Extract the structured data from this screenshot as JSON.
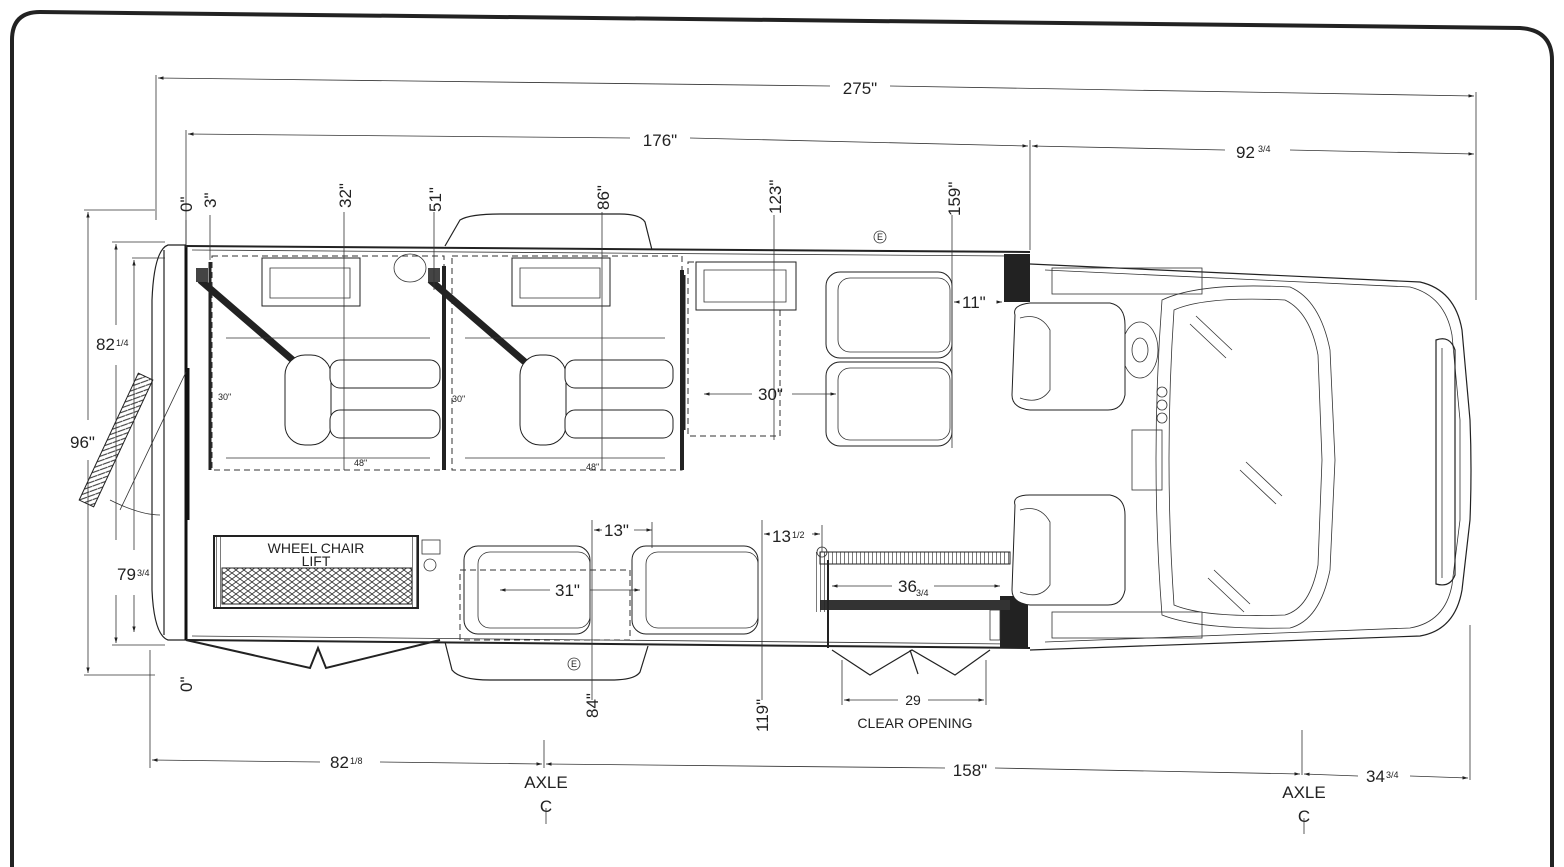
{
  "dimensions": {
    "overall_length": "275\"",
    "body_length": "176\"",
    "front_overhang": "92",
    "front_overhang_frac": "3/4",
    "overall_width": "96\"",
    "width_82": "82",
    "width_82_frac": "1/4",
    "width_79": "79",
    "width_79_frac": "3/4",
    "rear_to_axle": "82",
    "rear_to_axle_frac": "1/8",
    "wheelbase": "158\"",
    "front_axle_overhang": "34",
    "front_axle_overhang_frac": "3/4",
    "station_0_top": "0\"",
    "station_3": "3\"",
    "station_32": "32\"",
    "station_51": "51\"",
    "station_86": "86\"",
    "station_123": "123\"",
    "station_159": "159\"",
    "station_0_bottom": "0\"",
    "station_84": "84\"",
    "station_119": "119\"",
    "gap_11": "11\"",
    "aisle_30": "30\"",
    "seat_gap_13": "13\"",
    "seat_gap_13b": "13",
    "seat_gap_13b_frac": "1/2",
    "seat_spacing_31": "31\"",
    "door_width": "36",
    "door_width_frac": "3/4",
    "clear_opening_value": "29",
    "clear_opening_label": "CLEAR OPENING",
    "tiedown_48_a": "48\"",
    "tiedown_48_b": "48\"",
    "tiedown_30_a": "30\"",
    "tiedown_30_b": "30\""
  },
  "labels": {
    "lift_line1": "WHEEL CHAIR",
    "lift_line2": "LIFT",
    "axle_rear": "AXLE",
    "axle_front": "AXLE",
    "centerline_rear": "C",
    "centerline_front": "C",
    "extinguisher_top": "E",
    "extinguisher_bottom": "E"
  }
}
